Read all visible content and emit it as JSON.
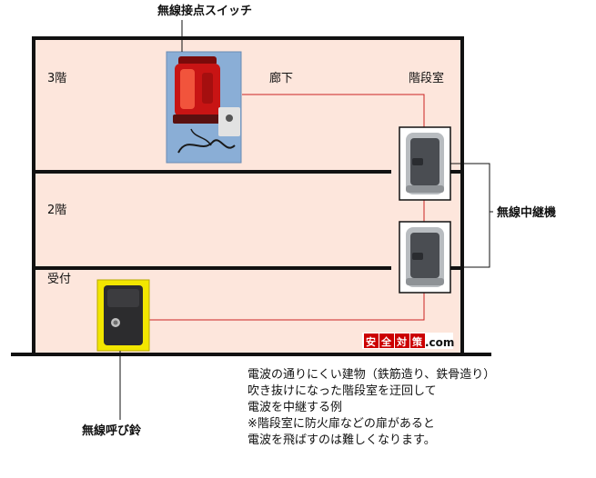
{
  "labels": {
    "switch": "無線接点スイッチ",
    "bell": "無線呼び鈴",
    "repeater": "無線中継機",
    "floor3": "3階",
    "floor2": "2階",
    "reception": "受付",
    "corridor": "廊下",
    "stairwell": "階段室"
  },
  "logo": {
    "chars": [
      "安",
      "全",
      "対",
      "策"
    ],
    "domain": ".com"
  },
  "note_lines": [
    "電波の通りにくい建物（鉄筋造り、鉄骨造り）",
    "吹き抜けになった階段室を迂回して",
    "電波を中継する例",
    "※階段室に防火扉などの扉があると",
    "電波を飛ばすのは難しくなります。"
  ],
  "colors": {
    "wall": "#111111",
    "interior": "#fde6dc",
    "signal_line": "#cc2222",
    "bell_frame": "#f2e600",
    "logo_red": "#cc0000"
  }
}
